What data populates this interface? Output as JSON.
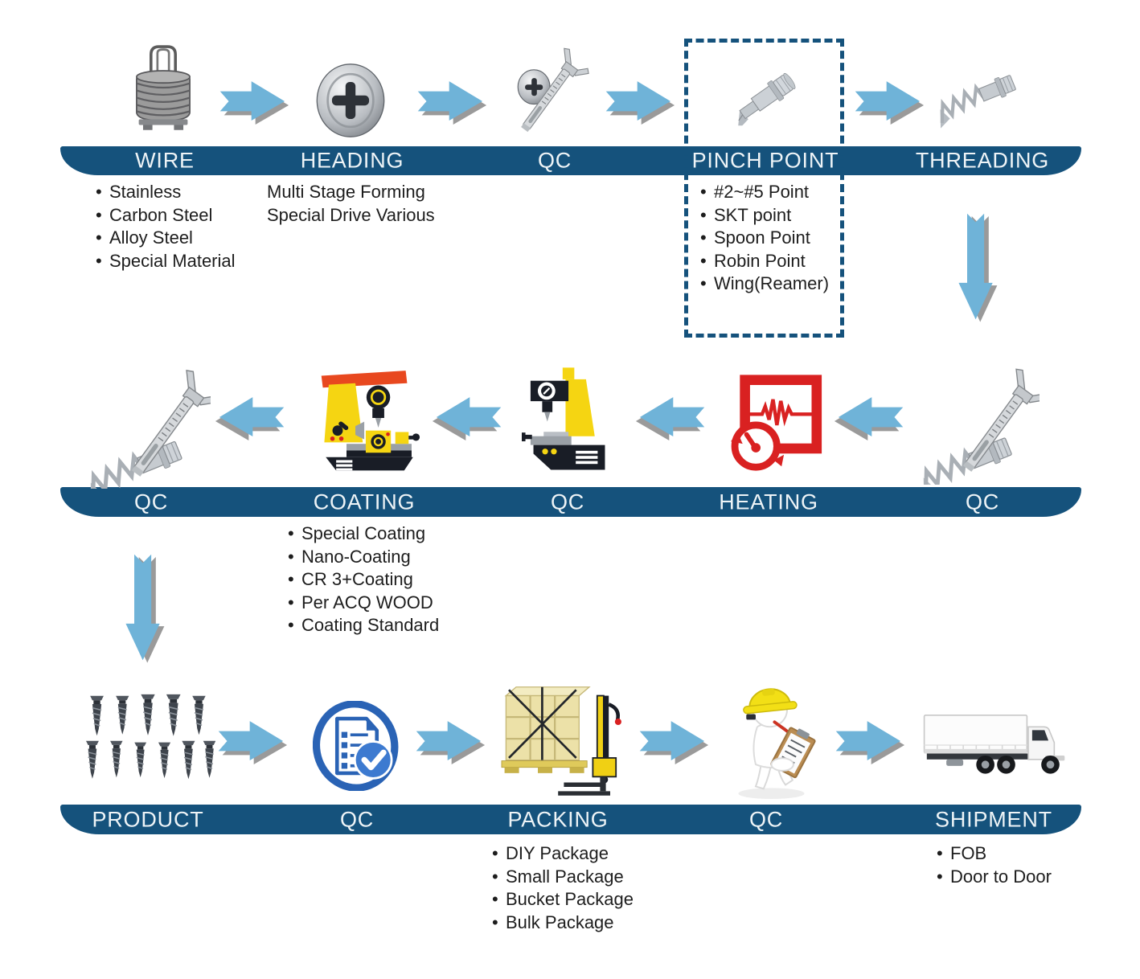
{
  "colors": {
    "banner": "#15527c",
    "banner_text": "#eef4f7",
    "arrow": "#6fb3d8",
    "arrow_shadow": "#9a9a9a",
    "highlight_border": "#15527c",
    "machine_yellow": "#f5d512",
    "heating_red": "#d92121",
    "qc_badge_blue": "#2a63b5"
  },
  "rows": [
    {
      "stages": [
        {
          "label": "WIRE",
          "icon": "wire-coil-icon",
          "bullets": [
            "Stainless",
            "Carbon Steel",
            "Alloy Steel",
            "Special Material"
          ]
        },
        {
          "label": "HEADING",
          "icon": "screw-head-icon",
          "notes": [
            "Multi Stage Forming",
            "Special Drive Various"
          ]
        },
        {
          "label": "QC",
          "icon": "caliper-screw-icon"
        },
        {
          "label": "PINCH POINT",
          "icon": "drill-point-screw-icon",
          "highlighted": true,
          "bullets": [
            "#2~#5 Point",
            "SKT point",
            "Spoon Point",
            "Robin Point",
            "Wing(Reamer)"
          ]
        },
        {
          "label": "THREADING",
          "icon": "threaded-screw-icon"
        }
      ]
    },
    {
      "stages": [
        {
          "label": "QC",
          "icon": "caliper-screw-icon"
        },
        {
          "label": "COATING",
          "icon": "lathe-machine-icon",
          "bullets": [
            "Special Coating",
            "Nano-Coating",
            "CR 3+Coating",
            "Per ACQ WOOD",
            "Coating Standard"
          ]
        },
        {
          "label": "QC",
          "icon": "milling-machine-icon"
        },
        {
          "label": "HEATING",
          "icon": "heat-treatment-icon"
        },
        {
          "label": "QC",
          "icon": "caliper-screw-icon"
        }
      ]
    },
    {
      "stages": [
        {
          "label": "PRODUCT",
          "icon": "screws-set-icon"
        },
        {
          "label": "QC",
          "icon": "checklist-icon"
        },
        {
          "label": "PACKING",
          "icon": "pallet-forklift-icon",
          "bullets": [
            "DIY Package",
            "Small Package",
            "Bucket Package",
            "Bulk Package"
          ]
        },
        {
          "label": "QC",
          "icon": "inspector-clipboard-icon"
        },
        {
          "label": "SHIPMENT",
          "icon": "truck-icon",
          "bullets": [
            "FOB",
            "Door to Door"
          ]
        }
      ]
    }
  ]
}
